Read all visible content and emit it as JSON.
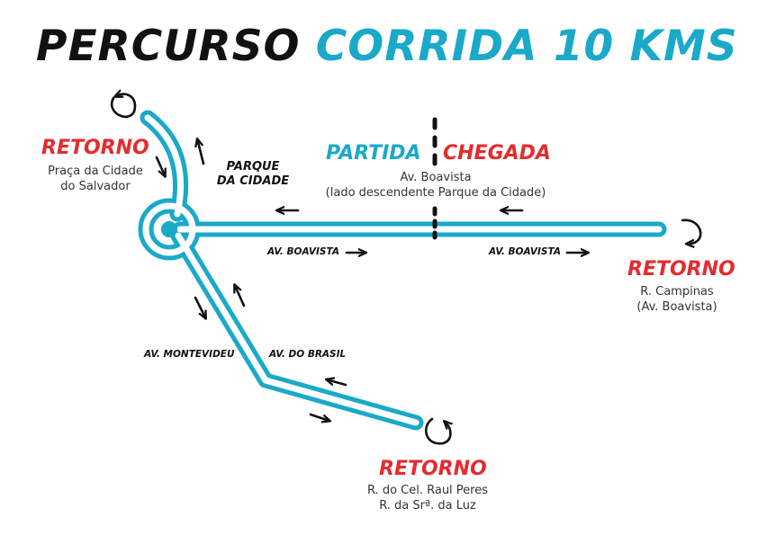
{
  "title": {
    "part1": "PERCURSO",
    "part2": "CORRIDA 10 KMS"
  },
  "colors": {
    "route": "#1aa9c9",
    "accent_red": "#e42b2f",
    "text_dark": "#111111"
  },
  "start_finish": {
    "partida": "PARTIDA",
    "chegada": "CHEGADA",
    "street": "Av. Boavista",
    "detail": "(lado descendente Parque da Cidade)"
  },
  "turnarounds": [
    {
      "label": "RETORNO",
      "line1": "Praça da Cidade",
      "line2": "do Salvador"
    },
    {
      "label": "RETORNO",
      "line1": "R. Campinas",
      "line2": "(Av. Boavista)"
    },
    {
      "label": "RETORNO",
      "line1": "R. do Cel. Raul Peres",
      "line2": "R. da Srª. da Luz"
    }
  ],
  "streets": {
    "parque_line1": "PARQUE",
    "parque_line2": "DA CIDADE",
    "boavista_west": "AV. BOAVISTA",
    "boavista_east": "AV. BOAVISTA",
    "montevideu": "AV. MONTEVIDEU",
    "brasil": "AV. DO BRASIL"
  },
  "icons": [
    "direction-arrow-icon",
    "u-turn-icon"
  ]
}
